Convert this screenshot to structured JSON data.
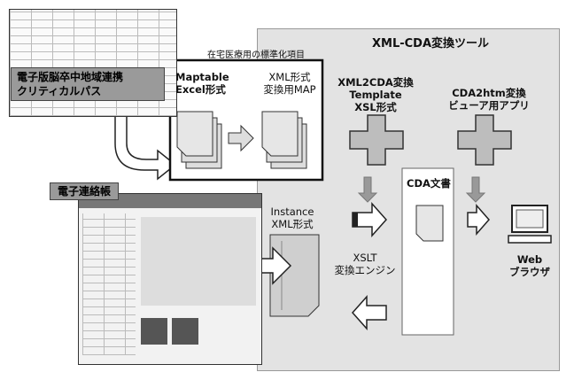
{
  "tool": {
    "title": "XML-CDA変換ツール"
  },
  "pathway": {
    "label": "電子版脳卒中地域連携\nクリティカルパス"
  },
  "standard_caption": "在宅医療用の標準化項目",
  "maptable": {
    "label": "Maptable\nExcel形式"
  },
  "xml_map": {
    "label": "XML形式\n変換用MAP"
  },
  "xml2cda": {
    "label": "XML2CDA変換\nTemplate\nXSL形式"
  },
  "cda2htm": {
    "label": "CDA2htm変換\nビューア用アプリ"
  },
  "renraku": {
    "label": "電子連絡帳"
  },
  "instance": {
    "label": "Instance\nXML形式"
  },
  "cda_doc": {
    "label": "CDA文書"
  },
  "xslt": {
    "label": "XSLT\n変換エンジン"
  },
  "web": {
    "label": "Web\nブラウザ"
  }
}
